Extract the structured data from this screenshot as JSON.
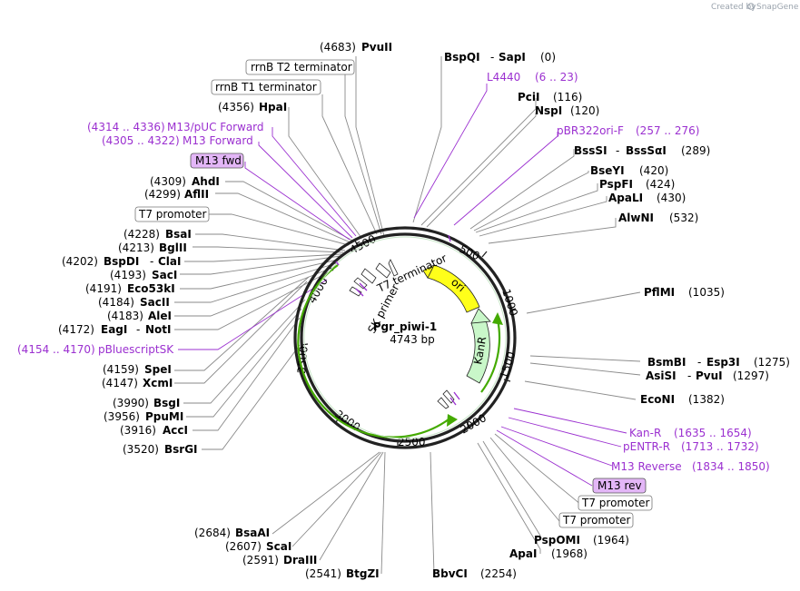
{
  "credit": {
    "prefix": "Created by",
    "brand": "SnapGene"
  },
  "plasmid": {
    "name": "Pgr_piwi-1",
    "length": "4743 bp"
  },
  "ruler": [
    "500",
    "1000",
    "1500",
    "2000",
    "2500",
    "3000",
    "3500",
    "4000",
    "4500"
  ],
  "features": {
    "ori": "ori",
    "kanr": "KanR",
    "t7_terminator": "T7 terminator",
    "sk_primer": "SK primer"
  },
  "labels": {
    "pvuii": {
      "pos": "(4683)",
      "name": "PvuII"
    },
    "bspqi": {
      "name": "BspQI",
      "sep": "-",
      "name2": "SapI",
      "pos": "(0)"
    },
    "rrnb_t2": "rrnB T2 terminator",
    "rrnb_t1": "rrnB T1 terminator",
    "l4440": {
      "name": "L4440",
      "range": "(6 .. 23)"
    },
    "pcii": {
      "name": "PciI",
      "pos": "(116)"
    },
    "nspi": {
      "name": "NspI",
      "pos": "(120)"
    },
    "hpai": {
      "pos": "(4356)",
      "name": "HpaI"
    },
    "m13_puc_fwd": {
      "range": "(4314 .. 4336)",
      "name": "M13/pUC Forward"
    },
    "m13_forward": {
      "range": "(4305 .. 4322)",
      "name": "M13 Forward"
    },
    "pbr322ori": {
      "name": "pBR322ori-F",
      "range": "(257 .. 276)"
    },
    "bsssi": {
      "name": "BssSI",
      "sep": "-",
      "name2": "BssSαI",
      "pos": "(289)"
    },
    "m13_fwd": "M13 fwd",
    "bseyi": {
      "name": "BseYI",
      "pos": "(420)"
    },
    "ahdi": {
      "pos": "(4309)",
      "name": "AhdI"
    },
    "pspfi": {
      "name": "PspFI",
      "pos": "(424)"
    },
    "aflii": {
      "pos": "(4299)",
      "name": "AflII"
    },
    "apali": {
      "name": "ApaLI",
      "pos": "(430)"
    },
    "t7_promoter_top": "T7 promoter",
    "alwni": {
      "name": "AlwNI",
      "pos": "(532)"
    },
    "bsai": {
      "pos": "(4228)",
      "name": "BsaI"
    },
    "bglii": {
      "pos": "(4213)",
      "name": "BglII"
    },
    "bspdi": {
      "pos": "(4202)",
      "name": "BspDI",
      "sep": "-",
      "name2": "ClaI"
    },
    "saci": {
      "pos": "(4193)",
      "name": "SacI"
    },
    "eco53ki": {
      "pos": "(4191)",
      "name": "Eco53kI"
    },
    "pflmi": {
      "name": "PflMI",
      "pos": "(1035)"
    },
    "sacii": {
      "pos": "(4184)",
      "name": "SacII"
    },
    "alei": {
      "pos": "(4183)",
      "name": "AleI"
    },
    "eagi": {
      "pos": "(4172)",
      "name": "EagI",
      "sep": "-",
      "name2": "NotI"
    },
    "pbluescriptsk": {
      "range": "(4154 .. 4170)",
      "name": "pBluescriptSK"
    },
    "bsmbi": {
      "name": "BsmBI",
      "sep": "-",
      "name2": "Esp3I",
      "pos": "(1275)"
    },
    "asisi": {
      "name": "AsiSI",
      "sep": "-",
      "name2": "PvuI",
      "pos": "(1297)"
    },
    "spei": {
      "pos": "(4159)",
      "name": "SpeI"
    },
    "xcmi": {
      "pos": "(4147)",
      "name": "XcmI"
    },
    "econi": {
      "name": "EcoNI",
      "pos": "(1382)"
    },
    "bsgi": {
      "pos": "(3990)",
      "name": "BsgI"
    },
    "ppumi": {
      "pos": "(3956)",
      "name": "PpuMI"
    },
    "acci": {
      "pos": "(3916)",
      "name": "AccI"
    },
    "kan_r": {
      "name": "Kan-R",
      "range": "(1635 .. 1654)"
    },
    "pentr_r": {
      "name": "pENTR-R",
      "range": "(1713 .. 1732)"
    },
    "bsrgi": {
      "pos": "(3520)",
      "name": "BsrGI"
    },
    "m13_reverse": {
      "name": "M13 Reverse",
      "range": "(1834 .. 1850)"
    },
    "m13_rev": "M13 rev",
    "t7_promoter_r1": "T7 promoter",
    "t7_promoter_r2": "T7 promoter",
    "pspomi": {
      "name": "PspOMI",
      "pos": "(1964)"
    },
    "apai": {
      "name": "ApaI",
      "pos": "(1968)"
    },
    "bsaai": {
      "pos": "(2684)",
      "name": "BsaAI"
    },
    "scai": {
      "pos": "(2607)",
      "name": "ScaI"
    },
    "draiii": {
      "pos": "(2591)",
      "name": "DraIII"
    },
    "btgzi": {
      "pos": "(2541)",
      "name": "BtgZI"
    },
    "bbvci": {
      "name": "BbvCI",
      "pos": "(2254)"
    }
  },
  "colors": {
    "ori": "#ffff1a",
    "kanr": "#c9f7c9",
    "primer": "#9b30d0",
    "primer_box": "#e3b6f7",
    "feature_track": "#44aa00"
  }
}
